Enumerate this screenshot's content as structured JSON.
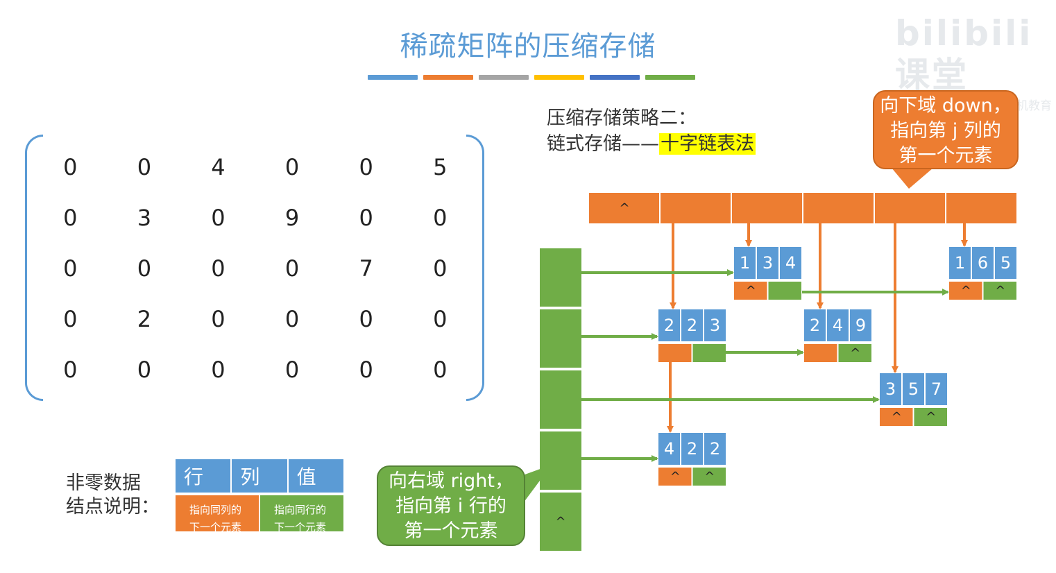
{
  "title": "稀疏矩阵的压缩存储",
  "title_bar_colors": [
    "#5b9bd5",
    "#ed7d31",
    "#a5a5a5",
    "#ffc000",
    "#4472c4",
    "#70ad47"
  ],
  "watermark": {
    "logo": "bilibili课堂",
    "sub": "@王道计算机教育"
  },
  "matrix": [
    [
      "0",
      "0",
      "4",
      "0",
      "0",
      "5"
    ],
    [
      "0",
      "3",
      "0",
      "9",
      "0",
      "0"
    ],
    [
      "0",
      "0",
      "0",
      "0",
      "7",
      "0"
    ],
    [
      "0",
      "2",
      "0",
      "0",
      "0",
      "0"
    ],
    [
      "0",
      "0",
      "0",
      "0",
      "0",
      "0"
    ]
  ],
  "strategy": {
    "line1": "压缩存储策略二：",
    "line2_prefix": "链式存储——",
    "line2_highlight": "十字链表法"
  },
  "callout_down": {
    "line1": "向下域 down，",
    "line2": "指向第 j 列的",
    "line3": "第一个元素"
  },
  "callout_right": {
    "line1": "向右域 right，",
    "line2": "指向第 i 行的",
    "line3": "第一个元素"
  },
  "legend": {
    "label_line1": "非零数据",
    "label_line2": "结点说明：",
    "fields": [
      "行",
      "列",
      "值"
    ],
    "down_desc_line1": "指向同列的",
    "down_desc_line2": "下一个元素",
    "right_desc_line1": "指向同行的",
    "right_desc_line2": "下一个元素"
  },
  "null_symbol": "^",
  "nodes": [
    {
      "id": "n134",
      "row": "1",
      "col": "3",
      "val": "4",
      "down": "^",
      "right": ""
    },
    {
      "id": "n165",
      "row": "1",
      "col": "6",
      "val": "5",
      "down": "^",
      "right": "^"
    },
    {
      "id": "n223",
      "row": "2",
      "col": "2",
      "val": "3",
      "down": "",
      "right": ""
    },
    {
      "id": "n249",
      "row": "2",
      "col": "4",
      "val": "9",
      "down": "",
      "right": "^"
    },
    {
      "id": "n357",
      "row": "3",
      "col": "5",
      "val": "7",
      "down": "^",
      "right": "^"
    },
    {
      "id": "n422",
      "row": "4",
      "col": "2",
      "val": "2",
      "down": "^",
      "right": "^"
    }
  ],
  "colors": {
    "blue": "#5b9bd5",
    "orange": "#ed7d31",
    "green": "#70ad47",
    "highlight": "#ffff00"
  }
}
